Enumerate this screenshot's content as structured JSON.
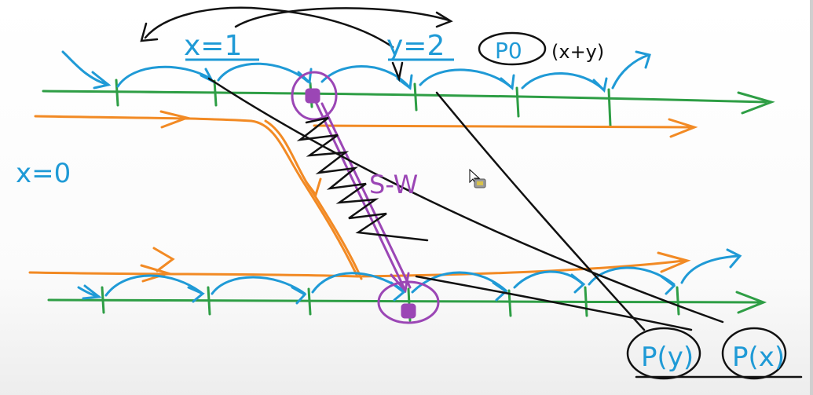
{
  "labels": {
    "x_eq_1": "x=1",
    "y_eq_2": "y=2",
    "x_eq_0": "x=0",
    "p0_bubble": "P0",
    "p0_args": "(x+y)",
    "sw": "S-W",
    "p_y": "P(y)",
    "p_x": "P(x)"
  },
  "colors": {
    "blue": "#1f9ad6",
    "green": "#2e9e45",
    "orange": "#f28a24",
    "purple": "#9b46b5",
    "black": "#111111"
  }
}
